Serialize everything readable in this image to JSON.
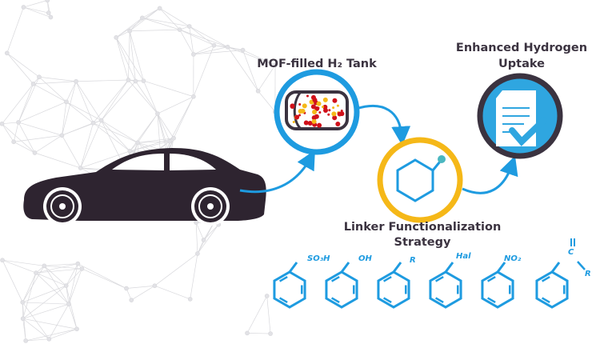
{
  "colors": {
    "blue": "#1e9be0",
    "yellow": "#f5b818",
    "dark": "#3b3340",
    "car": "#2e2430",
    "red": "#d0101a",
    "teal": "#4bb7c0"
  },
  "steps": {
    "tank": {
      "title": "MOF-filled H₂ Tank",
      "icon": "hydrogen-tank-icon"
    },
    "linker": {
      "title_line1": "Linker Functionalization",
      "title_line2": "Strategy",
      "icon": "benzene-ring-icon"
    },
    "uptake": {
      "title_line1": "Enhanced Hydrogen",
      "title_line2": "Uptake",
      "icon": "document-check-icon"
    }
  },
  "functional_groups": [
    {
      "label": "SO₃H"
    },
    {
      "label": "OH"
    },
    {
      "label": "R"
    },
    {
      "label": "Hal"
    },
    {
      "label": "NO₂"
    },
    {
      "label": "C",
      "carbonyl_r": "R"
    }
  ]
}
